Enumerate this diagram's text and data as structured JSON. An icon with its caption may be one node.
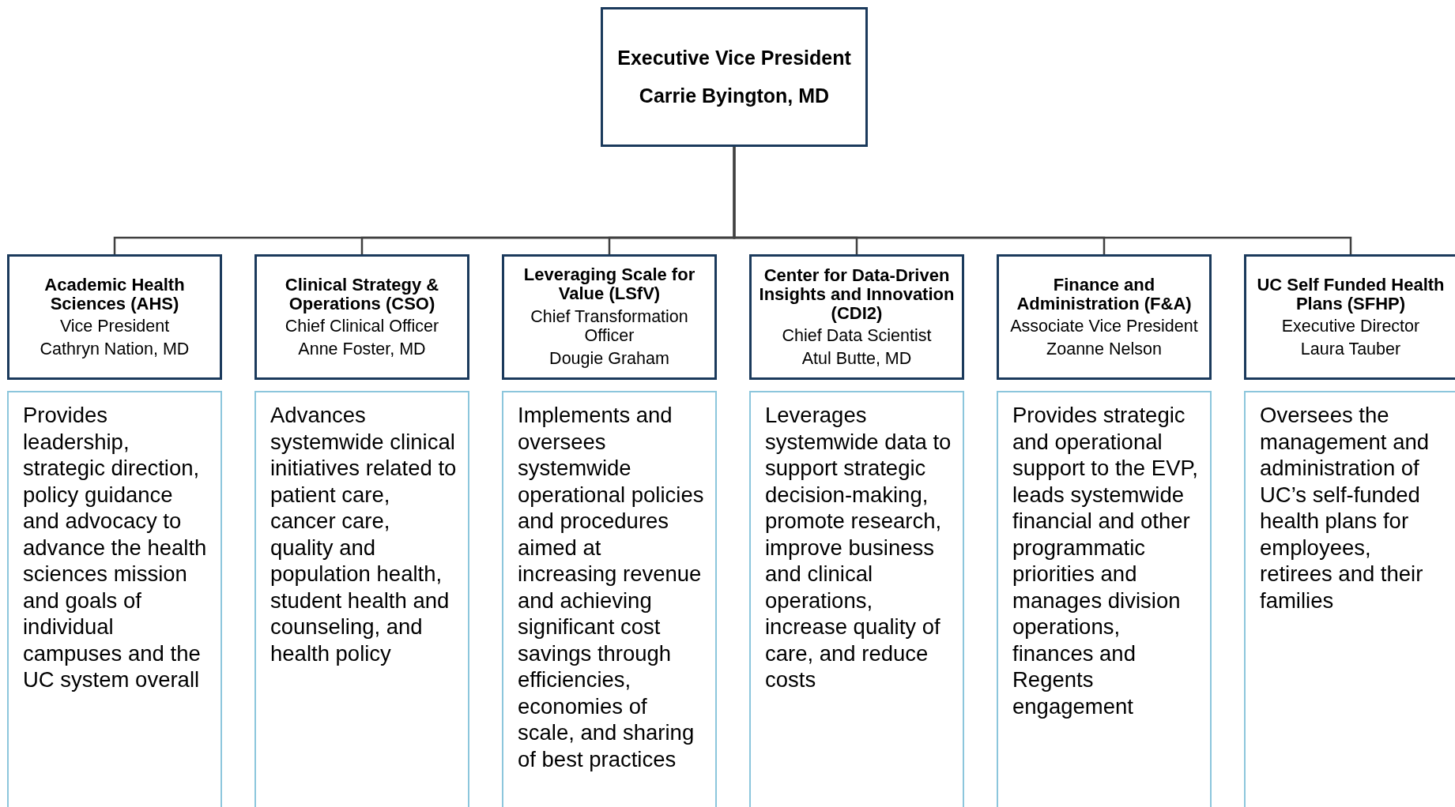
{
  "diagram": {
    "nodes": [
      {
        "text": [
          "Executive Vice President",
          "Carrie Byington, MD"
        ]
      },
      {
        "text": [
          "Academic Health Sciences (AHS)",
          "Vice President",
          "Cathryn Nation, MD"
        ]
      },
      {
        "text": [
          "Clinical Strategy & Operations (CSO)",
          "Chief Clinical Officer",
          "Anne Foster, MD"
        ]
      },
      {
        "text": [
          "Leveraging Scale for Value (LSfV)",
          "Chief Transformation Officer",
          "Dougie Graham"
        ]
      },
      {
        "text": [
          "Center for Data-Driven Insights and Innovation (CDI2)",
          "Chief Data Scientist",
          "Atul Butte, MD"
        ]
      },
      {
        "text": [
          "Finance and Administration (F&A)",
          "Associate Vice President",
          "Zoanne Nelson"
        ]
      },
      {
        "text": [
          "UC Self Funded Health Plans (SFHP)",
          "Executive Director",
          "Laura Tauber"
        ]
      },
      {
        "text": [
          "Provides leadership, strategic direction, policy guidance and advocacy to advance the health sciences mission and goals of individual campuses and the UC system overall"
        ]
      },
      {
        "text": [
          "Advances systemwide clinical initiatives related to patient care, cancer care, quality and population health, student health and counseling, and health policy"
        ]
      },
      {
        "text": [
          "Implements and oversees systemwide operational policies and procedures aimed at increasing revenue and achieving significant cost savings through efficiencies, economies of scale, and sharing of best practices"
        ]
      },
      {
        "text": [
          "Leverages systemwide data to support strategic decision-making, promote research, improve business and clinical operations, increase quality of care, and reduce costs"
        ]
      },
      {
        "text": [
          "Provides strategic and operational support to the EVP, leads systemwide financial and other programmatic priorities and manages division operations, finances and Regents engagement"
        ]
      },
      {
        "text": [
          "Oversees the management and administration of UC’s self-funded health plans for employees, retirees and their families"
        ]
      }
    ],
    "edges": [
      {
        "from": 0,
        "to": 1,
        "arrow": "none"
      },
      {
        "from": 0,
        "to": 2,
        "arrow": "none"
      },
      {
        "from": 0,
        "to": 3,
        "arrow": "none"
      },
      {
        "from": 0,
        "to": 4,
        "arrow": "none"
      },
      {
        "from": 0,
        "to": 5,
        "arrow": "none"
      },
      {
        "from": 0,
        "to": 6,
        "arrow": "none"
      }
    ]
  }
}
